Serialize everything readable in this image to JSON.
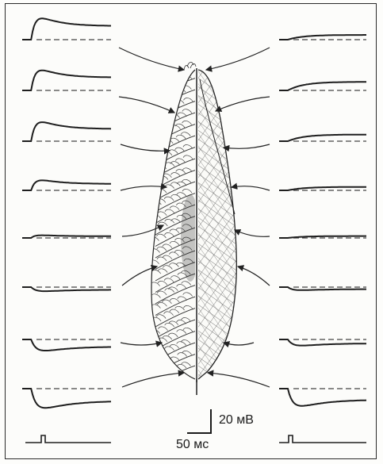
{
  "scale_bar": {
    "voltage_label": "20 мВ",
    "time_label": "50 мс"
  },
  "colors": {
    "trace": "#1e1e1e",
    "baseline": "#444444",
    "arrow": "#222222",
    "frame": "#2a2a2a",
    "hatch": "#555555"
  },
  "left_column_traces": [
    {
      "shape": "depolarizing",
      "amplitude": 0.95
    },
    {
      "shape": "depolarizing",
      "amplitude": 0.9
    },
    {
      "shape": "depolarizing",
      "amplitude": 0.85
    },
    {
      "shape": "depolarizing",
      "amplitude": 0.45
    },
    {
      "shape": "depolarizing",
      "amplitude": 0.12
    },
    {
      "shape": "hyperpolarizing",
      "amplitude": 0.2
    },
    {
      "shape": "hyperpolarizing",
      "amplitude": 0.55
    },
    {
      "shape": "hyperpolarizing",
      "amplitude": 0.95
    }
  ],
  "right_column_traces": [
    {
      "shape": "slow-depolarizing",
      "amplitude": 0.25
    },
    {
      "shape": "slow-depolarizing",
      "amplitude": 0.45
    },
    {
      "shape": "slow-depolarizing",
      "amplitude": 0.35
    },
    {
      "shape": "slow-depolarizing",
      "amplitude": 0.18
    },
    {
      "shape": "slow-depolarizing",
      "amplitude": 0.1
    },
    {
      "shape": "hyperpolarizing",
      "amplitude": 0.15
    },
    {
      "shape": "hyperpolarizing",
      "amplitude": 0.3
    },
    {
      "shape": "hyperpolarizing",
      "amplitude": 0.85
    }
  ]
}
